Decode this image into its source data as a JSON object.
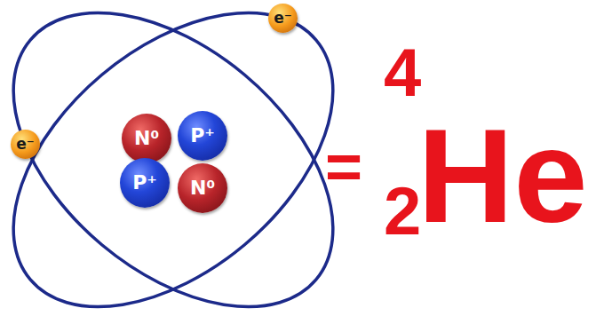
{
  "diagram": {
    "nodes": [
      {
        "text": [
          "e⁻"
        ]
      },
      {
        "text": [
          "e⁻"
        ]
      },
      {
        "text": [
          "N⁰"
        ]
      },
      {
        "text": [
          "P⁺"
        ]
      },
      {
        "text": [
          "P⁺"
        ]
      },
      {
        "text": [
          "N⁰"
        ]
      }
    ],
    "labels": [
      "=",
      "4",
      "2",
      "He"
    ]
  }
}
